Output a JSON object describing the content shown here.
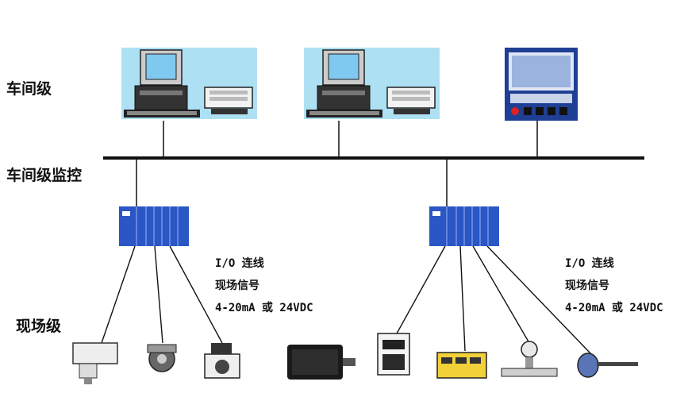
{
  "levels": {
    "workshop": "车间级",
    "workshop_monitor": "车间级监控",
    "field": "现场级"
  },
  "left_note": {
    "line1": "I/O 连线",
    "line2": "现场信号",
    "line3": "4-20mA 或 24VDC"
  },
  "right_note": {
    "line1": "I/O 连线",
    "line2": "现场信号",
    "line3": "4-20mA 或 24VDC"
  },
  "colors": {
    "bus": "#111111",
    "plc": "#2a56c6",
    "screen_bg": "#aee0f4",
    "hmi": "#1f3f95"
  },
  "icons": [
    "workstation-icon",
    "printer-icon",
    "hmi-panel-icon",
    "plc-rack-icon",
    "actuator-icon",
    "valve-icon",
    "servo-motor-icon",
    "drive-icon",
    "io-module-icon",
    "flowmeter-icon",
    "sensor-probe-icon"
  ]
}
